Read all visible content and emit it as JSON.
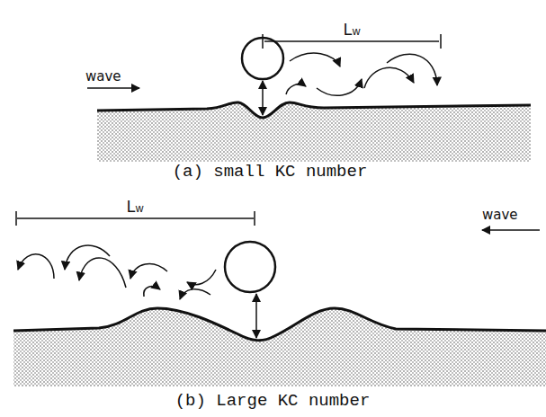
{
  "diagram": {
    "labels": [
      "wave",
      "Lw",
      "(a) small KC number",
      "Lw",
      "wave",
      "(b) Large KC number"
    ]
  }
}
